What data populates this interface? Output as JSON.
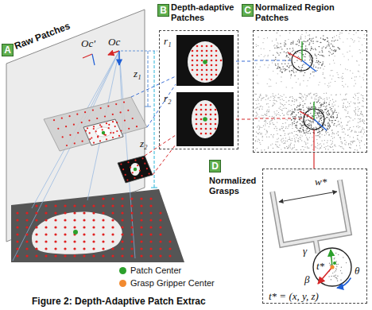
{
  "diagram": {
    "caption": "Figure 2: Depth-Adaptive Patch Extrac",
    "nodes": [
      {
        "text": [
          "A",
          "Raw Patches"
        ]
      },
      {
        "text": [
          "B",
          "Depth-adaptive Patches"
        ]
      },
      {
        "text": [
          "r₁"
        ],
        "in": 1
      },
      {
        "text": [
          "r₂"
        ],
        "in": 1
      },
      {
        "text": [
          "C",
          "Normalized Region Patches"
        ]
      },
      {
        "text": [
          "D",
          "Normalized Grasps"
        ]
      }
    ],
    "edges": [
      {
        "from": 2,
        "to": 4,
        "arrow": "none"
      },
      {
        "from": 3,
        "to": 4,
        "arrow": "none"
      },
      {
        "from": 4,
        "to": 5,
        "arrow": "none"
      }
    ],
    "labels": [
      "Oc'",
      "Oc",
      "z₁",
      "z₂",
      "w*",
      "γ",
      "t*",
      "β",
      "θ",
      "t* = (x, y, z)"
    ],
    "legend": [
      {
        "text": "Patch Center",
        "color": "#2ca02c"
      },
      {
        "text": "Grasp Gripper Center",
        "color": "#f28a30"
      }
    ]
  }
}
